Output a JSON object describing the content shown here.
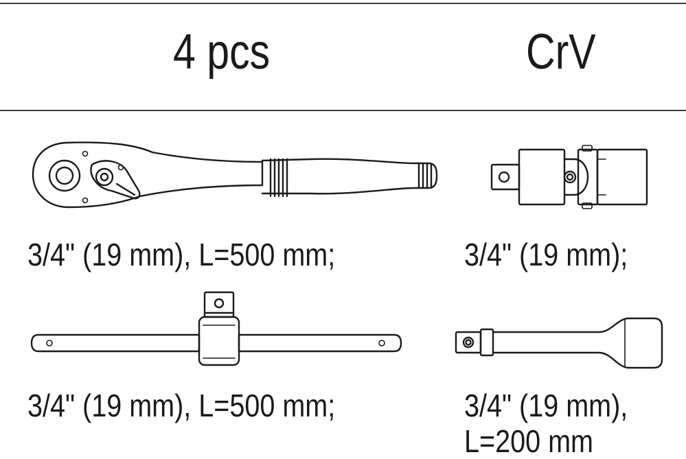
{
  "header": {
    "count": "4 pcs",
    "material": "CrV"
  },
  "items": [
    {
      "id": "ratchet",
      "icon": "ratchet-handle-icon",
      "caption": "3/4\" (19 mm), L=500 mm;"
    },
    {
      "id": "universal-joint",
      "icon": "universal-joint-icon",
      "caption": "3/4\" (19 mm);"
    },
    {
      "id": "sliding-t-bar",
      "icon": "sliding-t-bar-icon",
      "caption": "3/4\" (19 mm), L=500 mm;"
    },
    {
      "id": "extension-bar",
      "icon": "extension-bar-icon",
      "caption_line1": "3/4\" (19 mm),",
      "caption_line2": "L=200 mm"
    }
  ]
}
